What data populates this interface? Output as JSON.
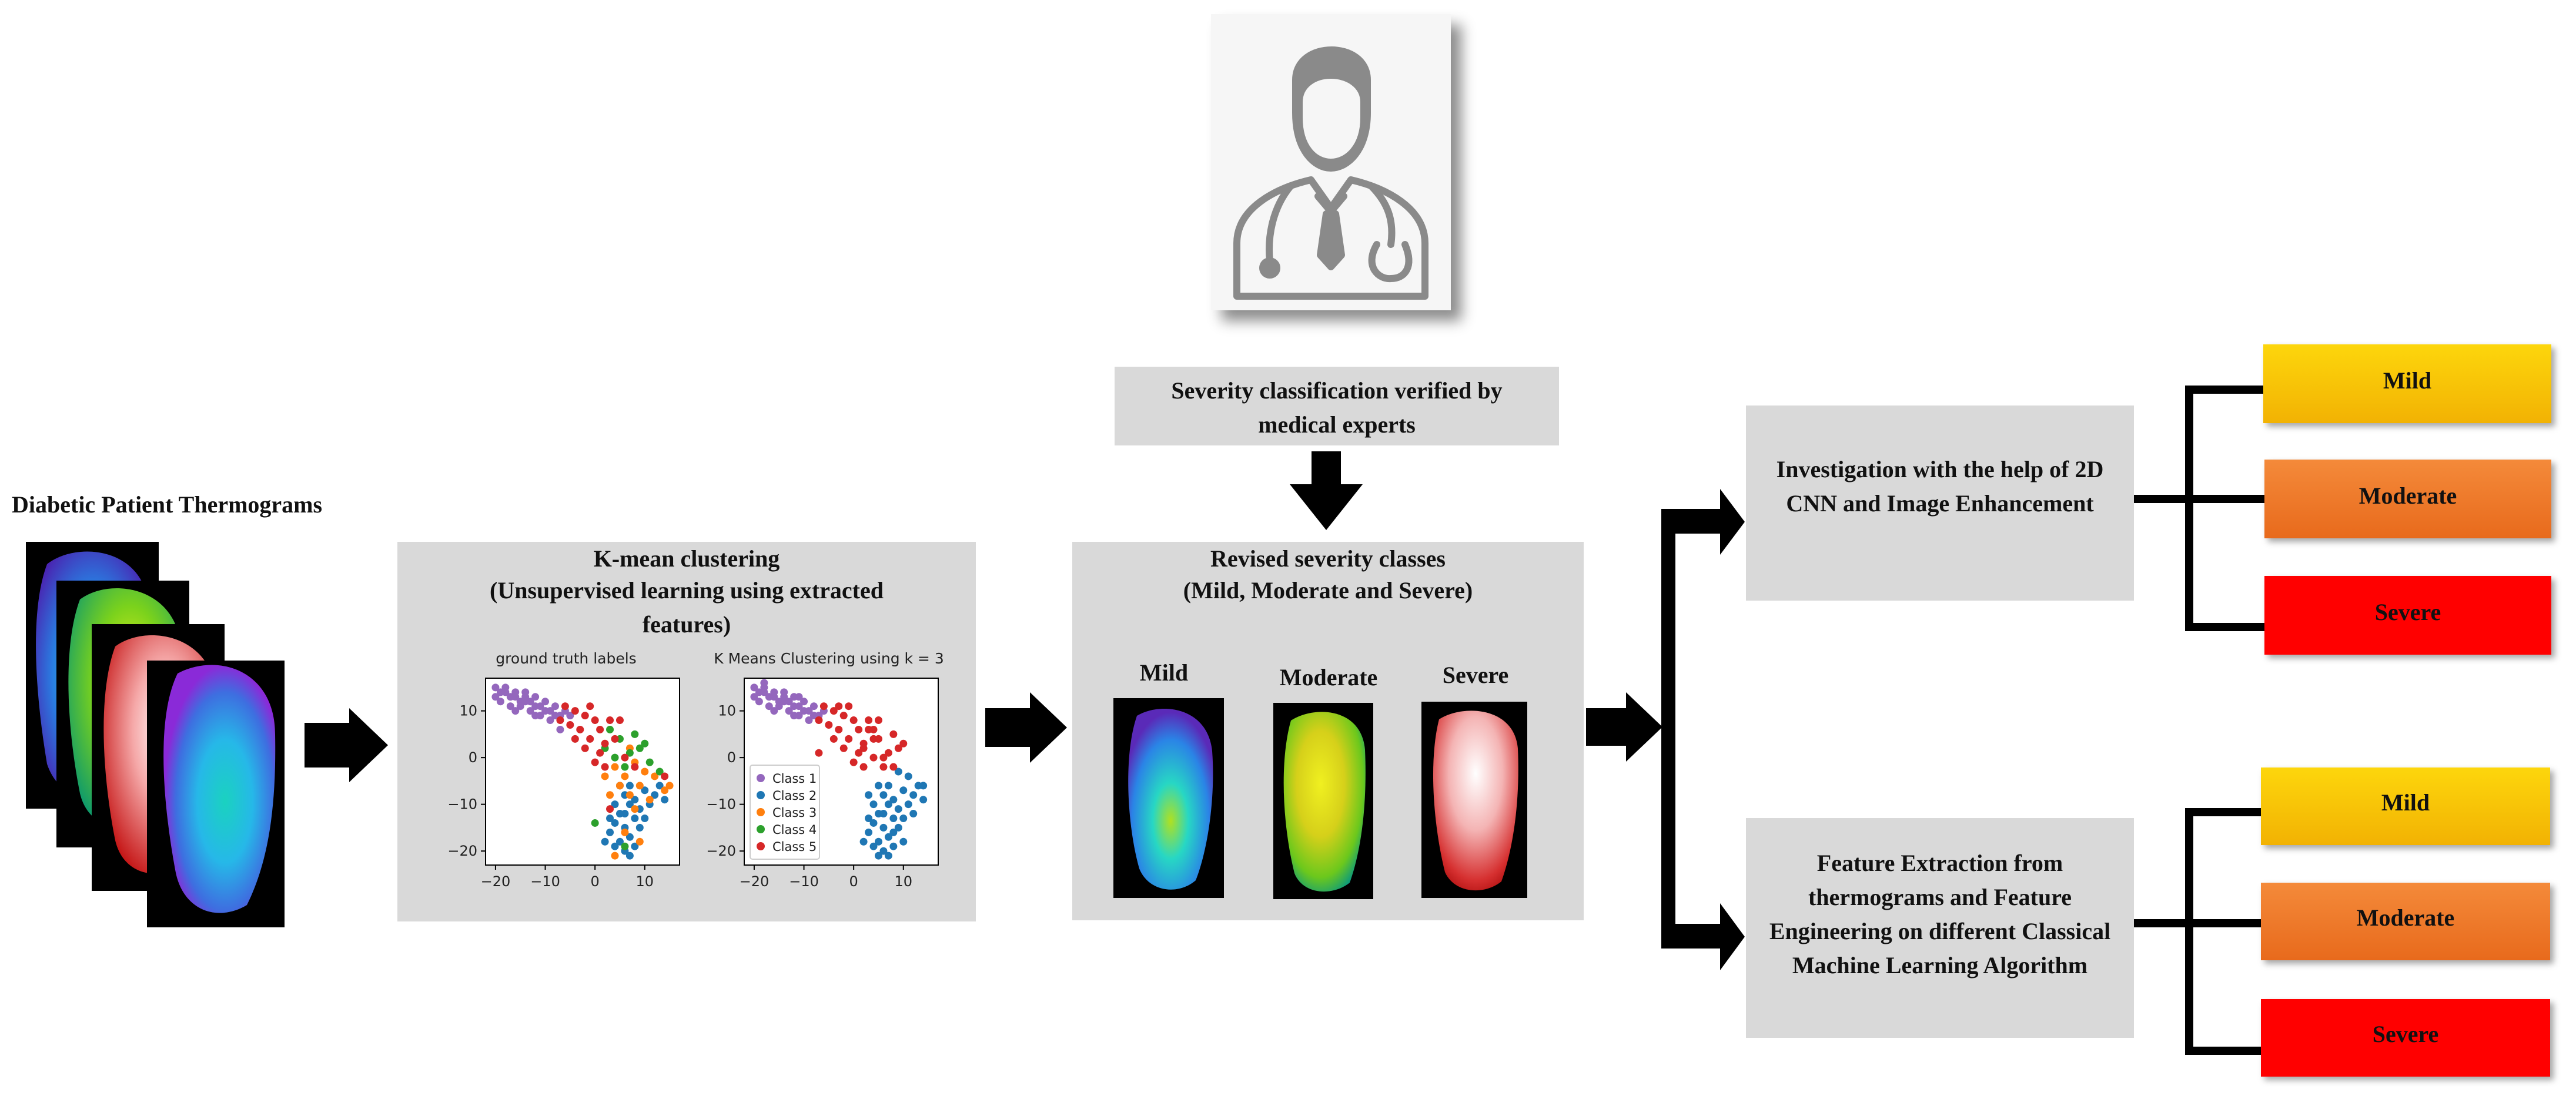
{
  "colors": {
    "panel_bg": "#d9d9d9",
    "mild": "#fcc30a",
    "moderate": "#ef7b2a",
    "severe": "#ff0000",
    "arrow": "#000000",
    "class1": "#9467bd",
    "class2": "#1f77b4",
    "class3": "#ff7f0e",
    "class4": "#2ca02c",
    "class5": "#d62728"
  },
  "icons": [
    "doctor-icon",
    "thermogram-images",
    "arrow-right-icon",
    "arrow-down-icon"
  ],
  "input": {
    "title": "Diabetic Patient Thermograms"
  },
  "expert": {
    "label": "Severity classification verified by medical experts"
  },
  "clustering": {
    "title_line1": "K-mean clustering",
    "title_line2": "(Unsupervised learning using extracted features)"
  },
  "revised": {
    "title_line1": "Revised severity classes",
    "title_line2": "(Mild, Moderate and Severe)",
    "mild": "Mild",
    "moderate": "Moderate",
    "severe": "Severe"
  },
  "cnn": {
    "label": "Investigation with the help of 2D CNN and Image Enhancement"
  },
  "ml": {
    "label": "Feature Extraction from thermograms and Feature Engineering on different Classical Machine Learning Algorithm"
  },
  "outputs": {
    "top": [
      "Mild",
      "Moderate",
      "Severe"
    ],
    "bottom": [
      "Mild",
      "Moderate",
      "Severe"
    ]
  },
  "chart_data": [
    {
      "type": "scatter",
      "title": "ground truth labels",
      "xlim": [
        -22,
        17
      ],
      "ylim": [
        -23,
        17
      ],
      "xticks": [
        -20,
        -10,
        0,
        10
      ],
      "yticks": [
        10,
        0,
        -10,
        -20
      ],
      "series": [
        {
          "name": "Class 1",
          "points": [
            [
              -20,
              15
            ],
            [
              -19,
              14
            ],
            [
              -18,
              14
            ],
            [
              -17,
              13
            ],
            [
              -16,
              13
            ],
            [
              -15,
              12
            ],
            [
              -14,
              12
            ],
            [
              -13,
              12
            ],
            [
              -12,
              11
            ],
            [
              -11,
              11
            ],
            [
              -10,
              10
            ],
            [
              -9,
              10
            ],
            [
              -8,
              9
            ],
            [
              -19,
              12
            ],
            [
              -17,
              11
            ],
            [
              -15,
              11
            ],
            [
              -13,
              10
            ],
            [
              -11,
              9
            ],
            [
              -9,
              8
            ],
            [
              -7,
              9
            ],
            [
              -18,
              15
            ],
            [
              -16,
              14
            ],
            [
              -14,
              14
            ],
            [
              -12,
              13
            ],
            [
              -10,
              12
            ],
            [
              -8,
              11
            ],
            [
              -6,
              10
            ],
            [
              -20,
              13
            ],
            [
              -16,
              10
            ],
            [
              -12,
              9
            ],
            [
              -7,
              6
            ],
            [
              -5,
              9
            ],
            [
              -14,
              13
            ]
          ]
        },
        {
          "name": "Class 2",
          "points": [
            [
              6,
              -8
            ],
            [
              7,
              -10
            ],
            [
              5,
              -12
            ],
            [
              8,
              -13
            ],
            [
              6,
              -15
            ],
            [
              4,
              -14
            ],
            [
              7,
              -17
            ],
            [
              5,
              -18
            ],
            [
              6,
              -20
            ],
            [
              8,
              -19
            ],
            [
              3,
              -16
            ],
            [
              9,
              -11
            ],
            [
              10,
              -7
            ],
            [
              4,
              -10
            ],
            [
              7,
              -6
            ],
            [
              2,
              -18
            ],
            [
              9,
              -15
            ],
            [
              11,
              -10
            ],
            [
              5,
              -6
            ],
            [
              8,
              -9
            ],
            [
              6,
              -12
            ],
            [
              4,
              -19
            ],
            [
              12,
              -8
            ],
            [
              3,
              -13
            ],
            [
              10,
              -13
            ],
            [
              7,
              -21
            ],
            [
              13,
              -6
            ],
            [
              14,
              -9
            ]
          ]
        },
        {
          "name": "Class 3",
          "points": [
            [
              4,
              -2
            ],
            [
              6,
              -4
            ],
            [
              8,
              -1
            ],
            [
              10,
              -3
            ],
            [
              7,
              2
            ],
            [
              5,
              -6
            ],
            [
              9,
              -6
            ],
            [
              12,
              -4
            ],
            [
              3,
              -8
            ],
            [
              11,
              -9
            ],
            [
              8,
              -11
            ],
            [
              6,
              -16
            ],
            [
              4,
              -21
            ],
            [
              9,
              -18
            ],
            [
              14,
              -7
            ],
            [
              15,
              -6
            ],
            [
              2,
              -4
            ],
            [
              7,
              -8
            ]
          ]
        },
        {
          "name": "Class 4",
          "points": [
            [
              3,
              6
            ],
            [
              5,
              4
            ],
            [
              7,
              1
            ],
            [
              9,
              2
            ],
            [
              11,
              -1
            ],
            [
              6,
              -2
            ],
            [
              2,
              2
            ],
            [
              8,
              5
            ],
            [
              4,
              0
            ],
            [
              10,
              3
            ],
            [
              13,
              -3
            ],
            [
              6,
              -19
            ],
            [
              0,
              -14
            ]
          ]
        },
        {
          "name": "Class 5",
          "points": [
            [
              -6,
              11
            ],
            [
              -4,
              10
            ],
            [
              -2,
              9
            ],
            [
              0,
              8
            ],
            [
              1,
              6
            ],
            [
              -3,
              6
            ],
            [
              -1,
              4
            ],
            [
              2,
              3
            ],
            [
              -5,
              7
            ],
            [
              3,
              8
            ],
            [
              -2,
              2
            ],
            [
              1,
              1
            ],
            [
              -7,
              8
            ],
            [
              -4,
              4
            ],
            [
              0,
              -1
            ],
            [
              4,
              4
            ],
            [
              -1,
              11
            ],
            [
              2,
              -2
            ],
            [
              5,
              8
            ],
            [
              8,
              -2
            ],
            [
              6,
              0
            ],
            [
              14,
              -4
            ],
            [
              3,
              -11
            ]
          ]
        }
      ]
    },
    {
      "type": "scatter",
      "title": "K Means Clustering using k = 3",
      "xlim": [
        -22,
        17
      ],
      "ylim": [
        -23,
        17
      ],
      "xticks": [
        -20,
        -10,
        0,
        10
      ],
      "yticks": [
        10,
        0,
        -10,
        -20
      ],
      "legend": "bottom-left",
      "series": [
        {
          "name": "Class 1",
          "points": [
            [
              -20,
              15
            ],
            [
              -19,
              14
            ],
            [
              -18,
              14
            ],
            [
              -17,
              13
            ],
            [
              -16,
              13
            ],
            [
              -15,
              12
            ],
            [
              -14,
              12
            ],
            [
              -13,
              12
            ],
            [
              -12,
              11
            ],
            [
              -11,
              11
            ],
            [
              -10,
              10
            ],
            [
              -9,
              10
            ],
            [
              -8,
              9
            ],
            [
              -19,
              12
            ],
            [
              -17,
              11
            ],
            [
              -15,
              11
            ],
            [
              -13,
              10
            ],
            [
              -11,
              9
            ],
            [
              -9,
              8
            ],
            [
              -7,
              9
            ],
            [
              -18,
              15
            ],
            [
              -16,
              14
            ],
            [
              -14,
              14
            ],
            [
              -12,
              13
            ],
            [
              -10,
              12
            ],
            [
              -8,
              11
            ],
            [
              -6,
              10
            ],
            [
              -20,
              13
            ],
            [
              -16,
              10
            ],
            [
              -12,
              9
            ],
            [
              -14,
              13
            ],
            [
              -18,
              16
            ],
            [
              -11,
              13
            ]
          ]
        },
        {
          "name": "Class 2",
          "points": [
            [
              6,
              -8
            ],
            [
              7,
              -10
            ],
            [
              5,
              -12
            ],
            [
              8,
              -13
            ],
            [
              6,
              -15
            ],
            [
              4,
              -14
            ],
            [
              7,
              -17
            ],
            [
              5,
              -18
            ],
            [
              6,
              -20
            ],
            [
              8,
              -19
            ],
            [
              3,
              -16
            ],
            [
              9,
              -11
            ],
            [
              10,
              -7
            ],
            [
              4,
              -10
            ],
            [
              7,
              -6
            ],
            [
              2,
              -18
            ],
            [
              9,
              -15
            ],
            [
              11,
              -10
            ],
            [
              5,
              -6
            ],
            [
              8,
              -9
            ],
            [
              6,
              -12
            ],
            [
              4,
              -19
            ],
            [
              12,
              -8
            ],
            [
              3,
              -13
            ],
            [
              10,
              -13
            ],
            [
              7,
              -21
            ],
            [
              13,
              -6
            ],
            [
              14,
              -9
            ],
            [
              11,
              -4
            ],
            [
              12,
              -12
            ],
            [
              9,
              -3
            ],
            [
              5,
              -21
            ],
            [
              14,
              -6
            ],
            [
              3,
              -8
            ],
            [
              8,
              -16
            ],
            [
              10,
              -18
            ]
          ]
        },
        {
          "name": "Class 3",
          "points": []
        },
        {
          "name": "Class 4",
          "points": []
        },
        {
          "name": "Class 5",
          "points": [
            [
              -6,
              11
            ],
            [
              -4,
              10
            ],
            [
              -2,
              9
            ],
            [
              0,
              8
            ],
            [
              1,
              6
            ],
            [
              -3,
              6
            ],
            [
              -1,
              4
            ],
            [
              2,
              3
            ],
            [
              -5,
              7
            ],
            [
              3,
              8
            ],
            [
              -2,
              2
            ],
            [
              1,
              1
            ],
            [
              -7,
              8
            ],
            [
              -4,
              4
            ],
            [
              0,
              -1
            ],
            [
              4,
              4
            ],
            [
              -1,
              11
            ],
            [
              2,
              -2
            ],
            [
              5,
              8
            ],
            [
              8,
              -2
            ],
            [
              6,
              0
            ],
            [
              4,
              6
            ],
            [
              5,
              4
            ],
            [
              7,
              1
            ],
            [
              9,
              2
            ],
            [
              3,
              6
            ],
            [
              6,
              -2
            ],
            [
              2,
              2
            ],
            [
              8,
              5
            ],
            [
              4,
              0
            ],
            [
              10,
              3
            ],
            [
              -7,
              1
            ],
            [
              -3,
              11
            ]
          ]
        }
      ]
    }
  ]
}
